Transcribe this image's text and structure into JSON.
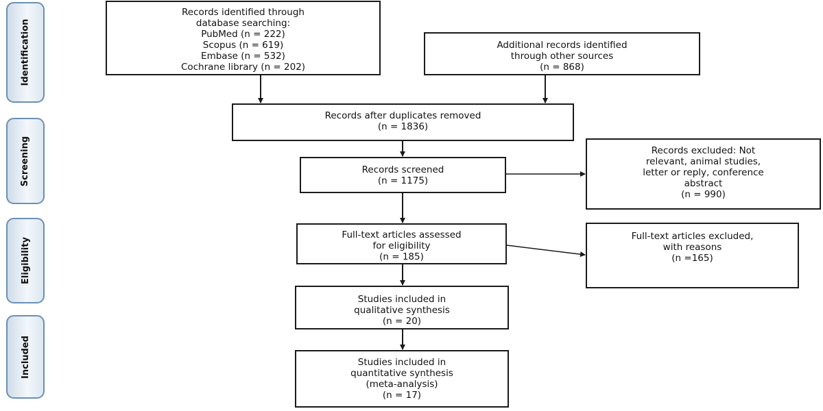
{
  "stages": [
    "Identification",
    "Screening",
    "Eligibility",
    "Included"
  ],
  "boxes": {
    "db_search": [
      "Records identified through",
      "database searching:",
      "PubMed (n = 222)",
      "Scopus (n = 619)",
      "Embase (n = 532)",
      "Cochrane library (n = 202)"
    ],
    "other_sources": [
      "Additional records identified",
      "through other sources",
      "(n = 868)"
    ],
    "dedup": [
      "Records after duplicates removed",
      "(n = 1836)"
    ],
    "screened": [
      "Records screened",
      "(n = 1175)"
    ],
    "excluded": [
      "Records excluded: Not",
      "relevant, animal studies,",
      "letter or reply, conference",
      "abstract",
      "(n = 990)"
    ],
    "fulltext": [
      "Full-text articles assessed",
      "for eligibility",
      "(n = 185)"
    ],
    "fulltext_excluded": [
      "Full-text articles excluded,",
      "with reasons",
      "(n =165)"
    ],
    "qualitative": [
      "Studies included in",
      "qualitative synthesis",
      "(n = 20)"
    ],
    "quantitative": [
      "Studies included in",
      "quantitative synthesis",
      "(meta-analysis)",
      "(n = 17)"
    ]
  }
}
